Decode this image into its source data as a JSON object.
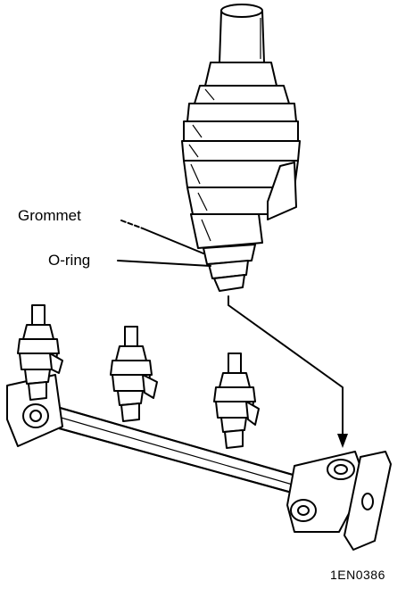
{
  "diagram": {
    "labels": {
      "grommet": "Grommet",
      "o_ring": "O-ring"
    },
    "figure_code": "1EN0386"
  }
}
